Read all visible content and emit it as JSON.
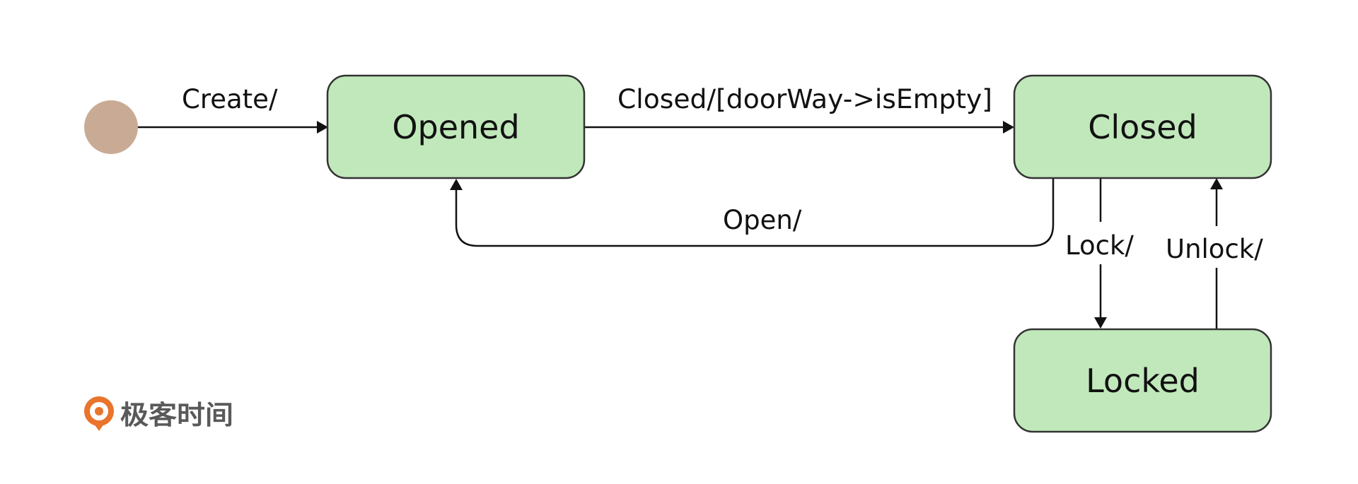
{
  "diagram": {
    "type": "state-machine",
    "colors": {
      "state_fill": "#c1e8bb",
      "state_stroke": "#333333",
      "initial_node": "#c9ab95",
      "line": "#111111",
      "brand_accent": "#e9742c",
      "brand_text": "#595959"
    },
    "initial": {
      "icon": "initial-state-icon"
    },
    "states": {
      "opened": "Opened",
      "closed": "Closed",
      "locked": "Locked"
    },
    "transitions": {
      "create": "Create/",
      "close": "Closed/[doorWay->isEmpty]",
      "open": "Open/",
      "lock": "Lock/",
      "unlock": "Unlock/"
    }
  },
  "brand": {
    "name": "极客时间",
    "icon": "geektime-logo-icon"
  }
}
